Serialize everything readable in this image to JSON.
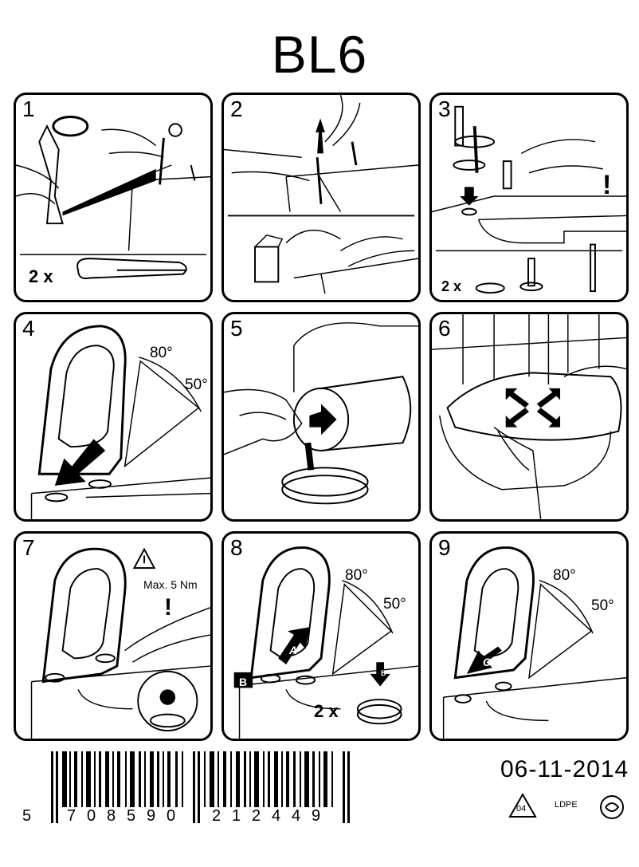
{
  "title": "BL6",
  "date": "06-11-2014",
  "steps": [
    {
      "num": "1",
      "qty": "2 x"
    },
    {
      "num": "2"
    },
    {
      "num": "3",
      "qty": "2 x",
      "warn": "!"
    },
    {
      "num": "4",
      "angle_a": "80°",
      "angle_b": "50°"
    },
    {
      "num": "5"
    },
    {
      "num": "6"
    },
    {
      "num": "7",
      "torque": "Max. 5 Nm",
      "warn": "!"
    },
    {
      "num": "8",
      "angle_a": "80°",
      "angle_b": "50°",
      "qty": "2 x",
      "tag_a": "A",
      "tag_b": "B",
      "tag_b2": "B"
    },
    {
      "num": "9",
      "angle_a": "80°",
      "angle_b": "50°",
      "tag_c": "C"
    }
  ],
  "barcode": {
    "first": "5",
    "digits": [
      "7",
      "0",
      "8",
      "5",
      "9",
      "0",
      "2",
      "1",
      "2",
      "4",
      "4",
      "9"
    ]
  },
  "recycling": {
    "code": "04",
    "material": "LDPE"
  }
}
